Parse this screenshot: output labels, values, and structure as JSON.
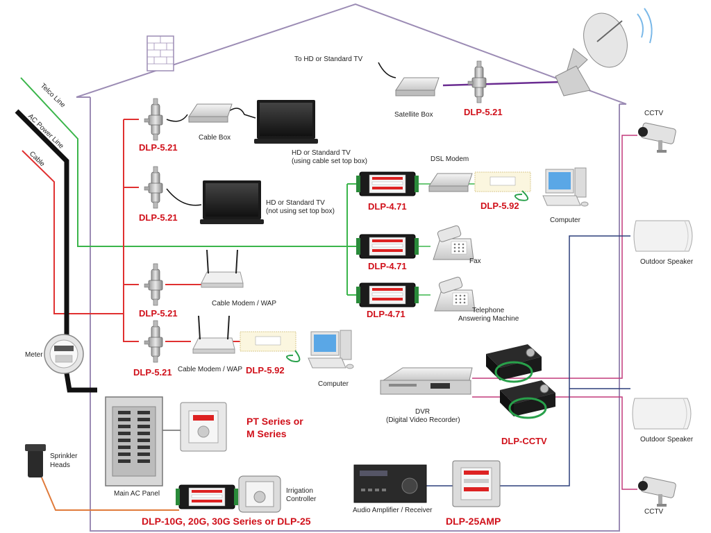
{
  "incoming_lines": {
    "telco": "Telco Line",
    "power": "AC Power Line",
    "cable": "Cable"
  },
  "satellite": {
    "tv_label": "To HD or Standard TV",
    "box_label": "Satellite Box",
    "protector": "DLP-5.21"
  },
  "left_column": {
    "row1": {
      "protector": "DLP-5.21",
      "box": "Cable Box",
      "tv_line1": "HD or Standard TV",
      "tv_line2": "(using cable set top box)"
    },
    "row2": {
      "protector": "DLP-5.21",
      "tv_line1": "HD or Standard TV",
      "tv_line2": "(not using set top box)"
    },
    "row3": {
      "protector": "DLP-5.21",
      "device": "Cable Modem / WAP"
    },
    "row4": {
      "protector": "DLP-5.21",
      "device": "Cable Modem / WAP",
      "protector2": "DLP-5.92",
      "computer": "Computer"
    }
  },
  "phone_column": {
    "row1": {
      "protector": "DLP-4.71",
      "modem": "DSL Modem",
      "protector2": "DLP-5.92",
      "computer": "Computer"
    },
    "row2": {
      "protector": "DLP-4.71",
      "device": "Fax"
    },
    "row3": {
      "protector": "DLP-4.71",
      "device_line1": "Telephone",
      "device_line2": "Answering Machine"
    }
  },
  "right_side": {
    "cctv_top": "CCTV",
    "speaker_top": "Outdoor Speaker",
    "speaker_bottom": "Outdoor Speaker",
    "cctv_bottom": "CCTV"
  },
  "meter": "Meter",
  "dvr": {
    "line1": "DVR",
    "line2": "(Digital Video Recorder)",
    "protector": "DLP-CCTV"
  },
  "panel": {
    "label": "Main AC Panel",
    "series_line1": "PT Series or",
    "series_line2": "M Series"
  },
  "sprinkler": {
    "line1": "Sprinkler",
    "line2": "Heads"
  },
  "irrigation": {
    "line1": "Irrigation",
    "line2": "Controller",
    "protector": "DLP-10G, 20G, 30G Series or DLP-25"
  },
  "amplifier": {
    "label": "Audio Amplifier / Receiver",
    "protector": "DLP-25AMP"
  },
  "colors": {
    "house": "#9b8bb4",
    "cable": "#e03030",
    "telco": "#3ab54a",
    "power": "#111111",
    "satellite": "#6a2c91",
    "cctv": "#c2387a",
    "speaker": "#2c3e7a",
    "irrigation": "#e07a3a",
    "label_red": "#d0101a"
  }
}
